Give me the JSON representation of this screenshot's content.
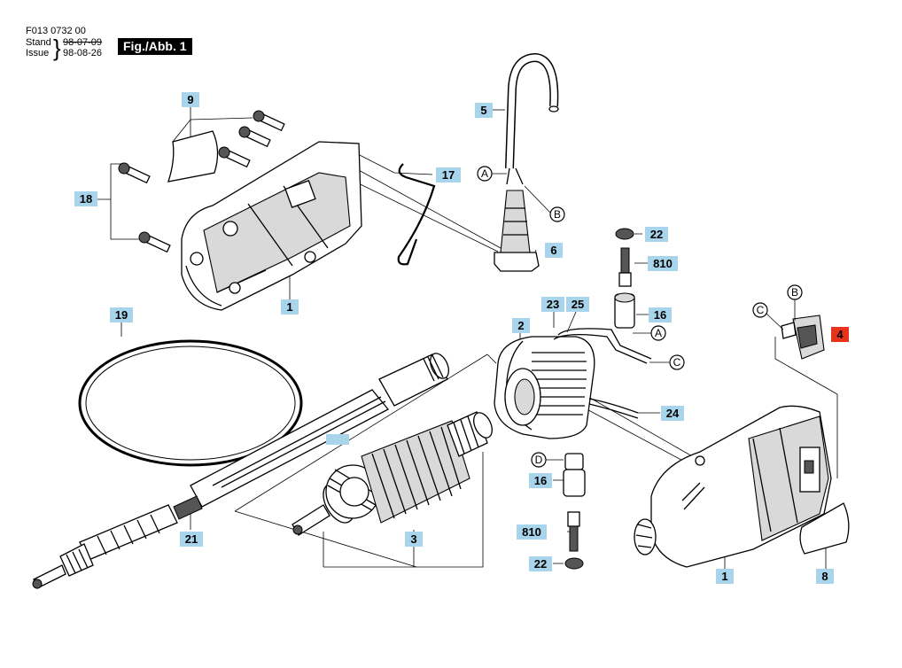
{
  "header": {
    "doc_number": "F013 0732 00",
    "stand_label": "Stand",
    "stand_date": "98-07-09",
    "issue_label": "Issue",
    "issue_date": "98-08-26",
    "figure_label": "Fig./Abb. 1"
  },
  "part_labels": [
    "9",
    "18",
    "17",
    "5",
    "6",
    "22",
    "810",
    "16",
    "1",
    "2",
    "23",
    "25",
    "24",
    "19",
    "21",
    "3",
    "16",
    "810",
    "22",
    "1",
    "8",
    "4"
  ],
  "connectors": [
    "A",
    "B",
    "A",
    "C",
    "C",
    "B",
    "D"
  ],
  "colors": {
    "label_fill": "#a8d4ec",
    "highlight_fill": "#e8331c"
  }
}
